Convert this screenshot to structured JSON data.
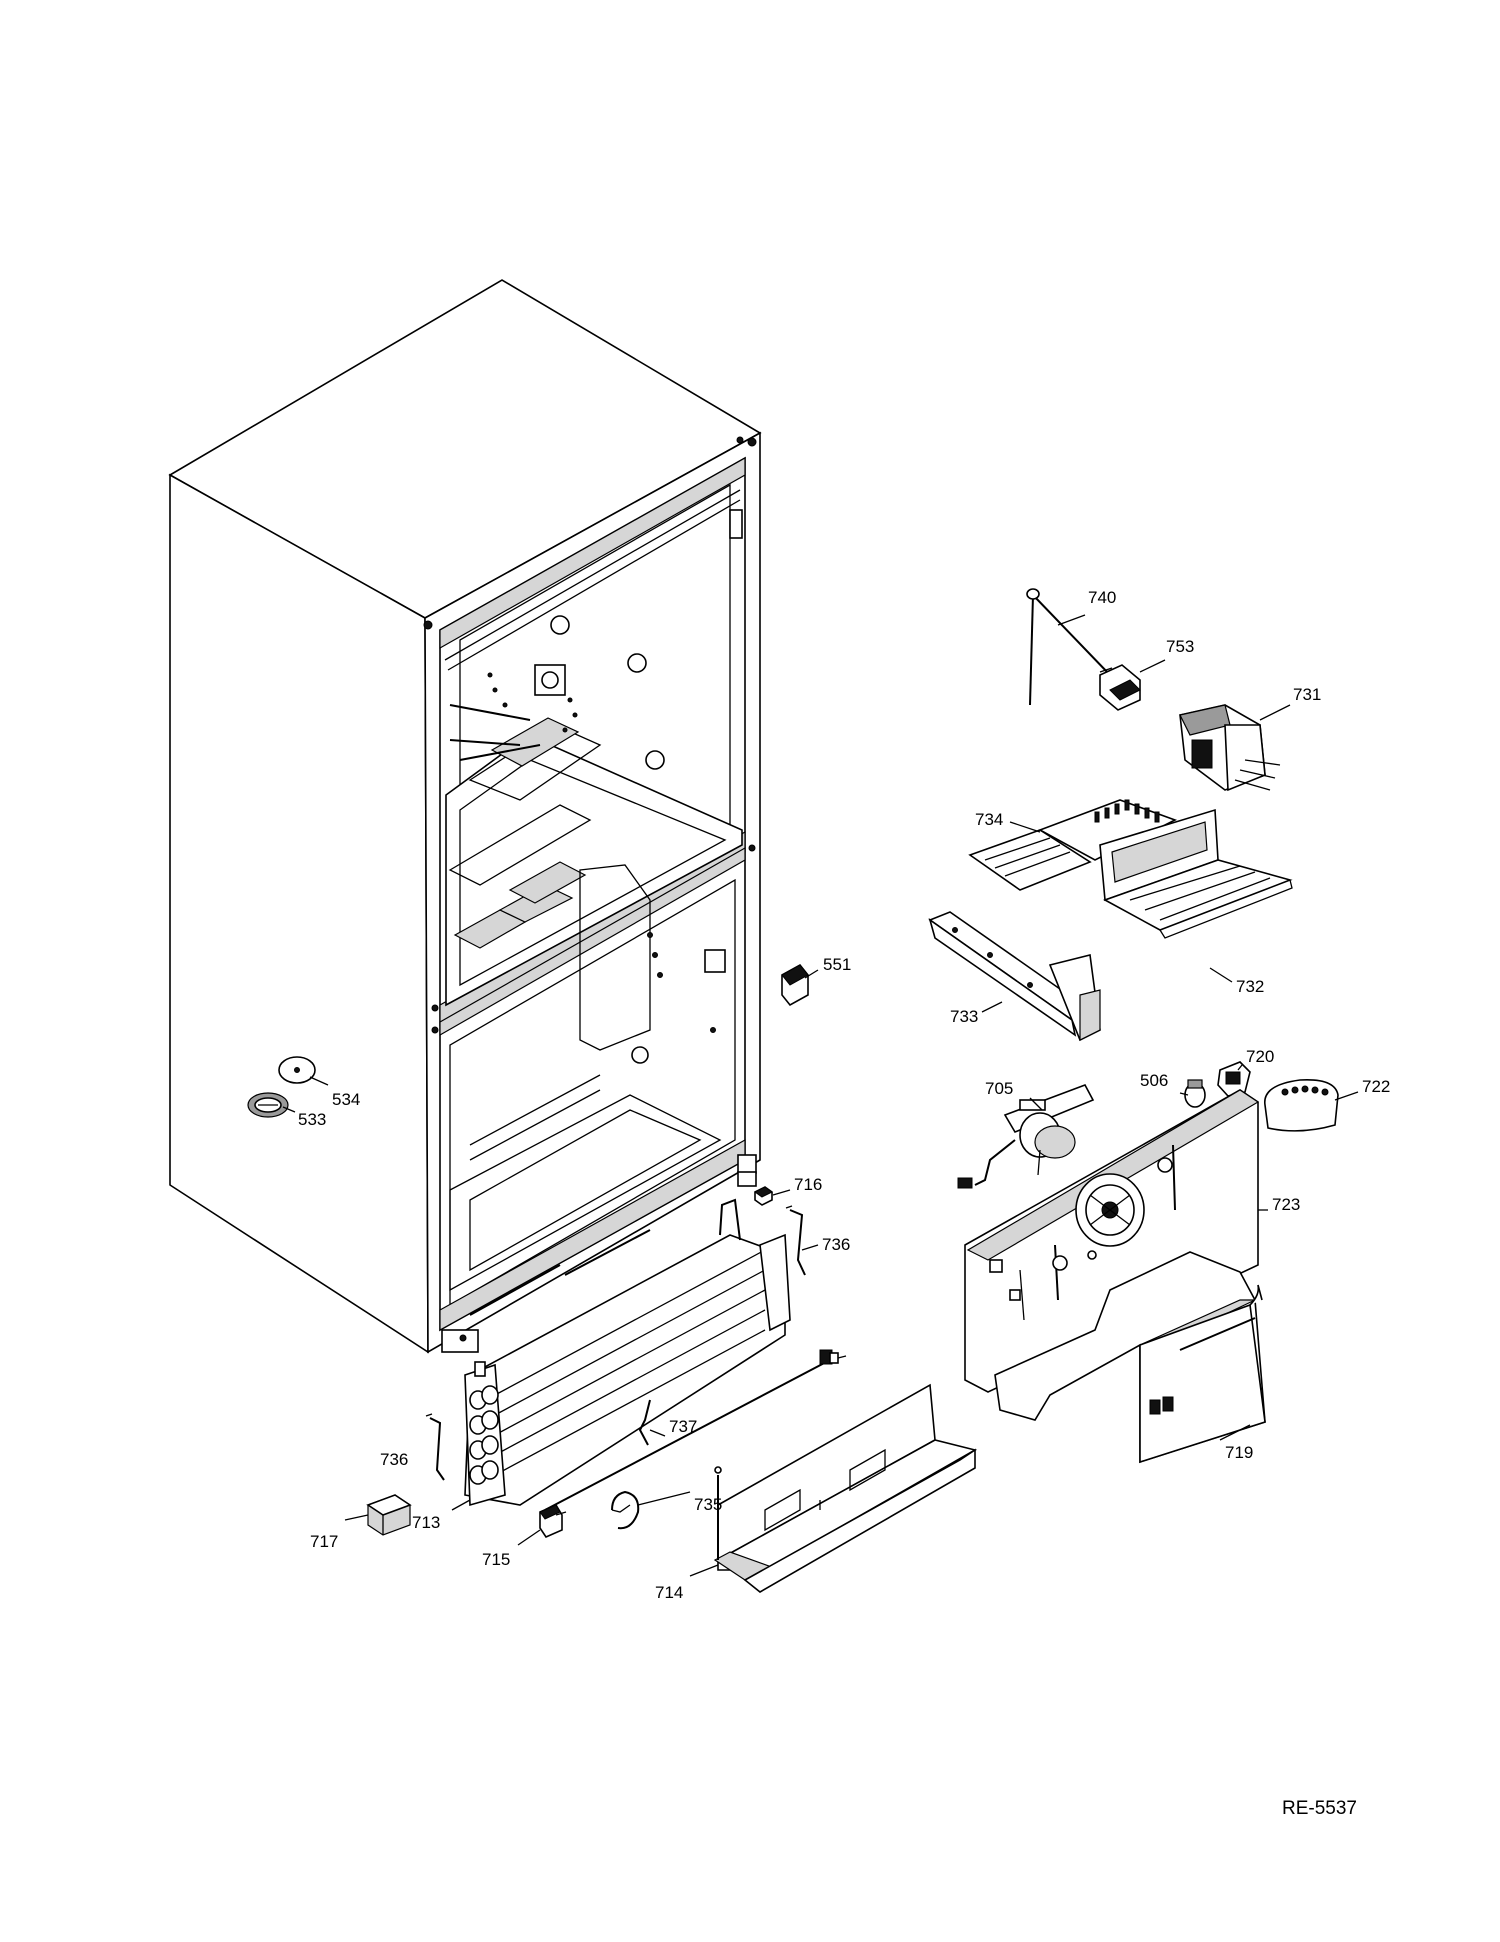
{
  "document_code": "RE-5537",
  "parts": [
    {
      "id": "p740",
      "number": "740"
    },
    {
      "id": "p753",
      "number": "753"
    },
    {
      "id": "p731",
      "number": "731"
    },
    {
      "id": "p734",
      "number": "734"
    },
    {
      "id": "p732",
      "number": "732"
    },
    {
      "id": "p733",
      "number": "733"
    },
    {
      "id": "p551",
      "number": "551"
    },
    {
      "id": "p534",
      "number": "534"
    },
    {
      "id": "p533",
      "number": "533"
    },
    {
      "id": "p720",
      "number": "720"
    },
    {
      "id": "p506",
      "number": "506"
    },
    {
      "id": "p705",
      "number": "705"
    },
    {
      "id": "p722",
      "number": "722"
    },
    {
      "id": "p723",
      "number": "723"
    },
    {
      "id": "p716",
      "number": "716"
    },
    {
      "id": "p736a",
      "number": "736"
    },
    {
      "id": "p736b",
      "number": "736"
    },
    {
      "id": "p737",
      "number": "737"
    },
    {
      "id": "p719",
      "number": "719"
    },
    {
      "id": "p735",
      "number": "735"
    },
    {
      "id": "p713",
      "number": "713"
    },
    {
      "id": "p717",
      "number": "717"
    },
    {
      "id": "p715",
      "number": "715"
    },
    {
      "id": "p714",
      "number": "714"
    }
  ]
}
